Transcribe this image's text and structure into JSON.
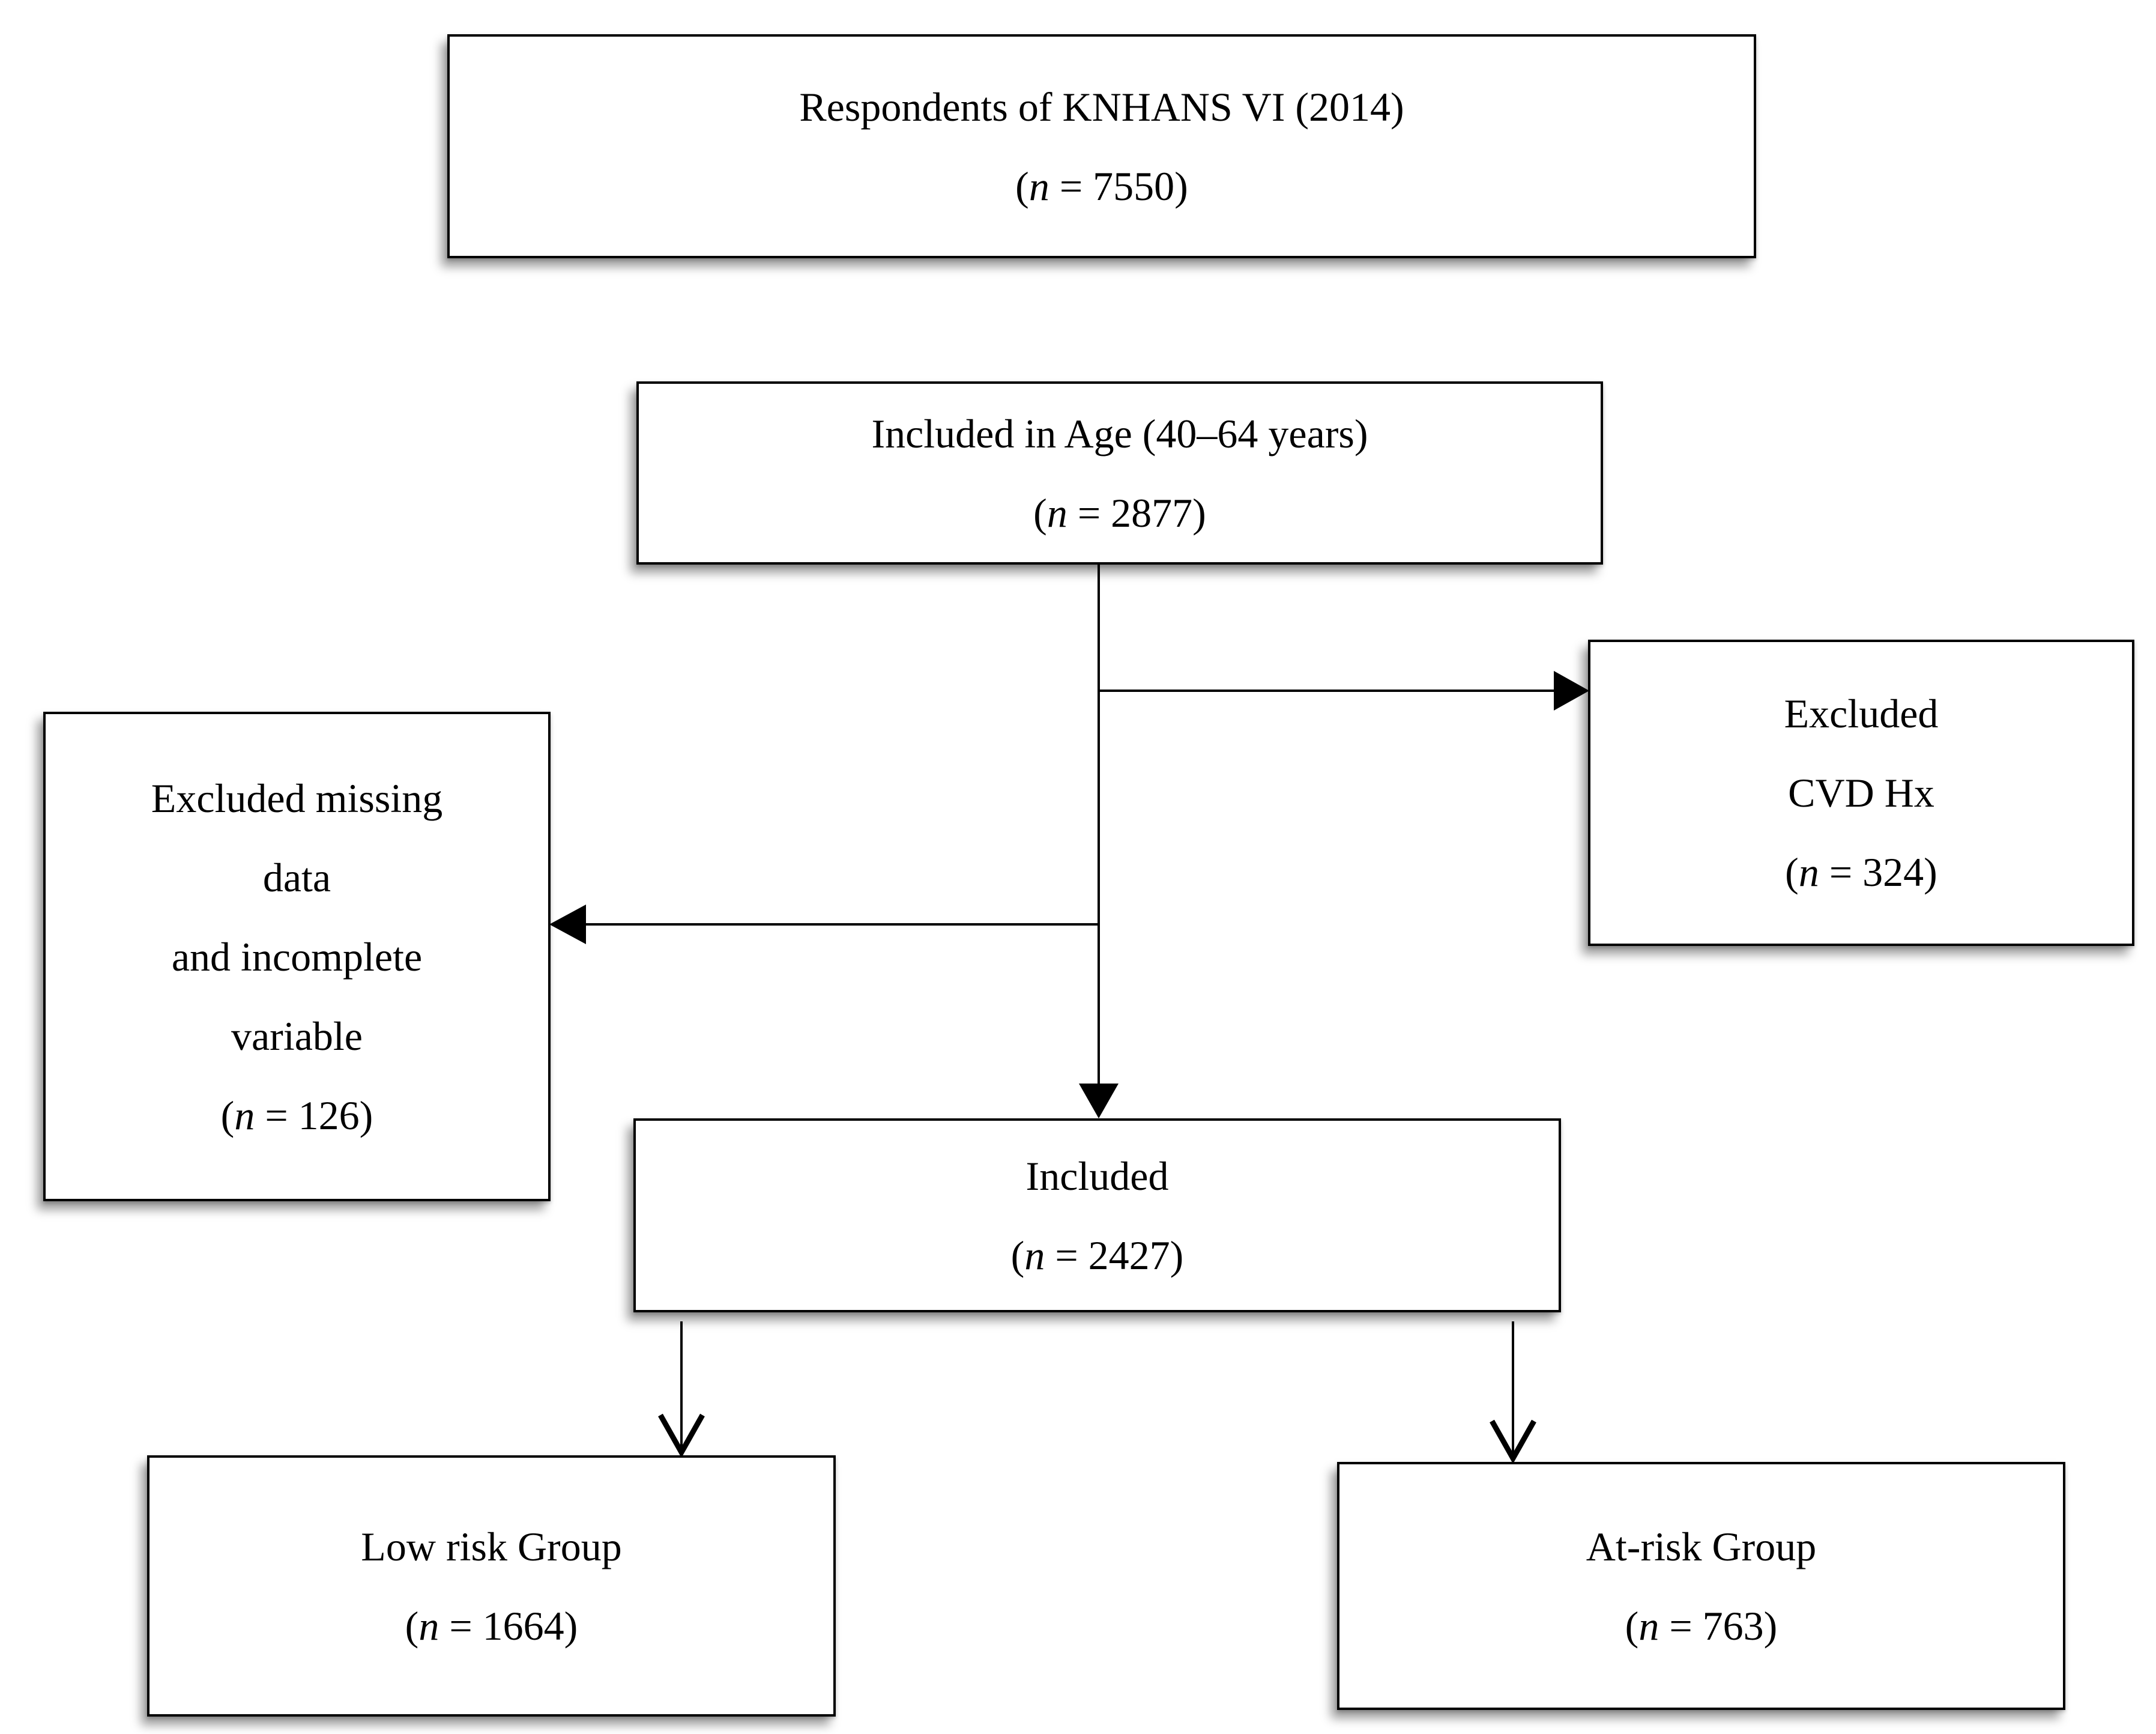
{
  "figure": {
    "type": "flow-diagram",
    "background_color": "#ffffff",
    "box_border_color": "#000000",
    "arrow_color": "#000000",
    "boxes": {
      "respondents": {
        "title_lines": [
          "Respondents of KNHANS VI (2014)"
        ],
        "count": {
          "open": "(",
          "symbol": "n",
          "rest": " = 7550)"
        }
      },
      "age_included": {
        "title_lines": [
          "Included in Age (40–64 years)"
        ],
        "count": {
          "open": "(",
          "symbol": "n",
          "rest": " = 2877)"
        }
      },
      "excluded_cvd": {
        "title_lines": [
          "Excluded",
          "CVD Hx"
        ],
        "count": {
          "open": "(",
          "symbol": "n",
          "rest": " = 324)"
        }
      },
      "excluded_missing": {
        "title_lines": [
          "Excluded missing",
          "data",
          "and incomplete",
          "variable"
        ],
        "count": {
          "open": "(",
          "symbol": "n",
          "rest": " = 126)"
        }
      },
      "included": {
        "title_lines": [
          "Included"
        ],
        "count": {
          "open": "(",
          "symbol": "n",
          "rest": " = 2427)"
        }
      },
      "low_risk": {
        "title_lines": [
          "Low risk Group"
        ],
        "count": {
          "open": "(",
          "symbol": "n",
          "rest": " = 1664)"
        }
      },
      "at_risk": {
        "title_lines": [
          "At-risk Group"
        ],
        "count": {
          "open": "(",
          "symbol": "n",
          "rest": " = 763)"
        }
      }
    }
  }
}
